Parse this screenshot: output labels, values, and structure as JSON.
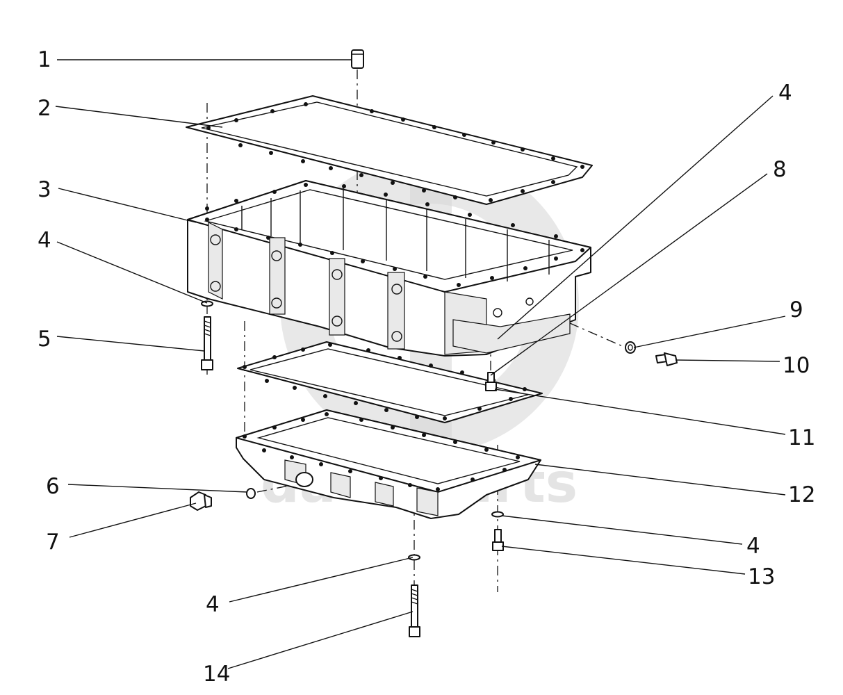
{
  "watermark": {
    "text": "data parts",
    "color": "#cfcfcf"
  },
  "callouts": [
    {
      "id": "c1",
      "label": "1"
    },
    {
      "id": "c2",
      "label": "2"
    },
    {
      "id": "c3",
      "label": "3"
    },
    {
      "id": "c4a",
      "label": "4"
    },
    {
      "id": "c4b",
      "label": "4"
    },
    {
      "id": "c5",
      "label": "5"
    },
    {
      "id": "c6",
      "label": "6"
    },
    {
      "id": "c7",
      "label": "7"
    },
    {
      "id": "c8",
      "label": "8"
    },
    {
      "id": "c9",
      "label": "9"
    },
    {
      "id": "c10",
      "label": "10"
    },
    {
      "id": "c11",
      "label": "11"
    },
    {
      "id": "c12",
      "label": "12"
    },
    {
      "id": "c4c",
      "label": "4"
    },
    {
      "id": "c13",
      "label": "13"
    },
    {
      "id": "c4d",
      "label": "4"
    },
    {
      "id": "c14",
      "label": "14"
    }
  ]
}
